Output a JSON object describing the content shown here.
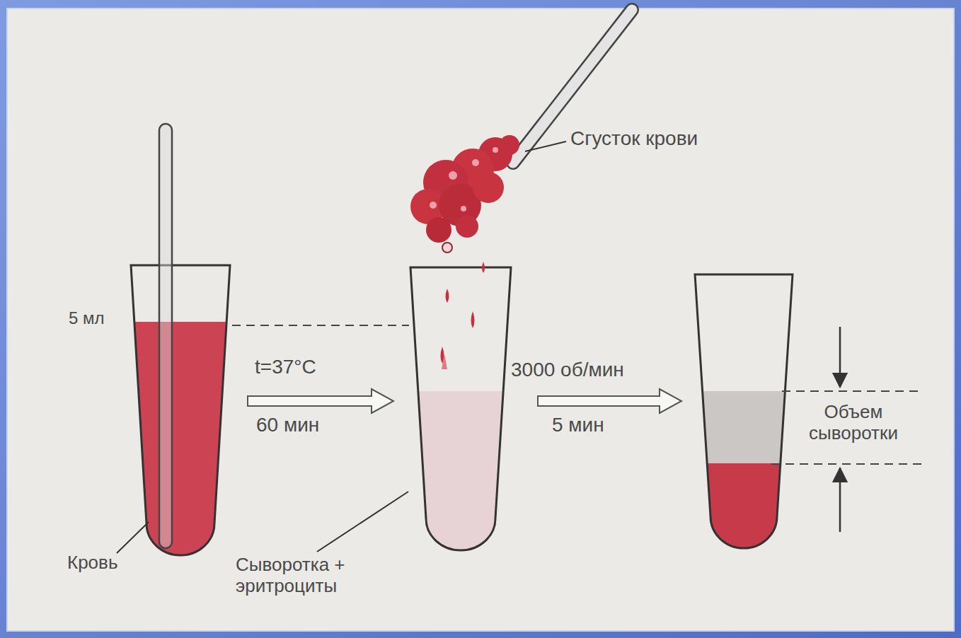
{
  "diagram": {
    "labels": [
      "5 мл",
      "t=37°C",
      "60 мин",
      "Сгусток крови",
      "3000 об/мин",
      "5 мин",
      "Объем сыворотки",
      "Кровь",
      "Сыворотка + эритроциты"
    ]
  }
}
